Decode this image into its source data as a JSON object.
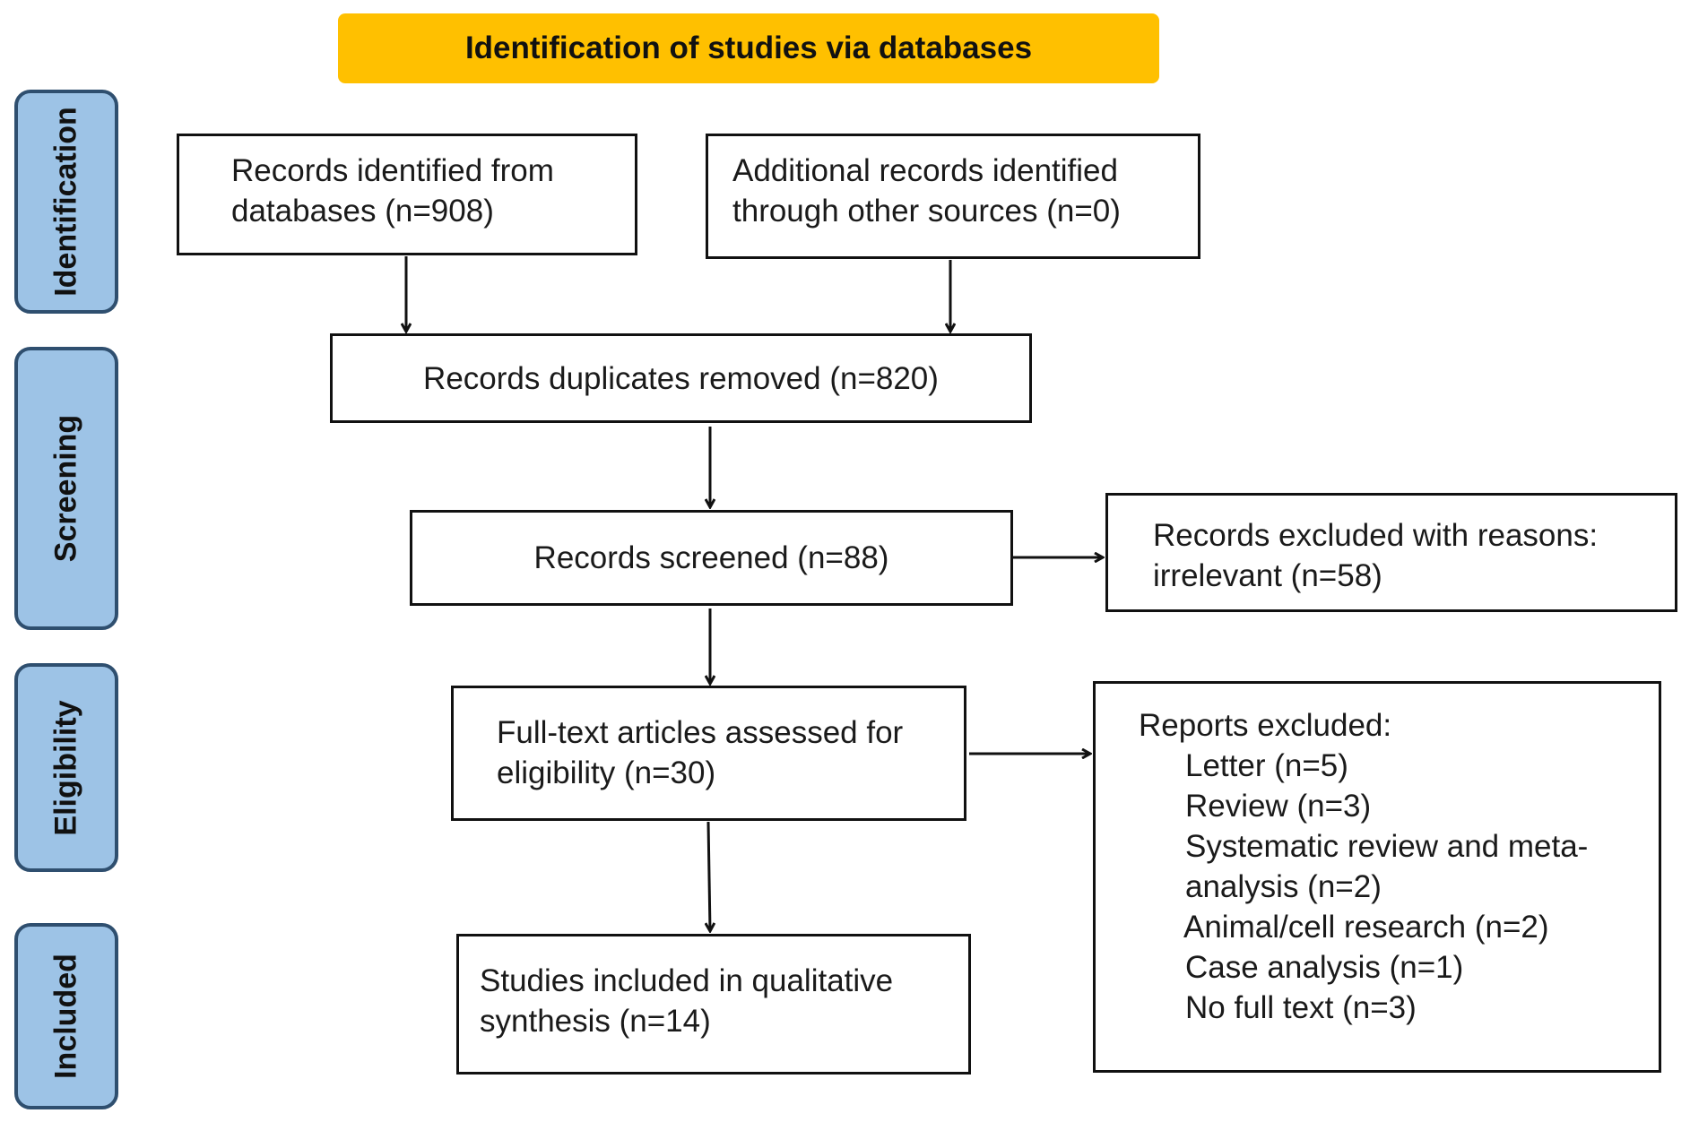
{
  "header": {
    "title": "Identification of studies via databases"
  },
  "phases": {
    "identification": "Identification",
    "screening": "Screening",
    "eligibility": "Eligibility",
    "included": "Included"
  },
  "boxes": {
    "databases": {
      "line1": "Records identified from",
      "line2": "databases (n=908)"
    },
    "other_sources": {
      "line1": "Additional records identified",
      "line2": "through other sources (n=0)"
    },
    "duplicates": {
      "text": "Records duplicates removed (n=820)"
    },
    "screened": {
      "text": "Records screened (n=88)"
    },
    "excluded_screen": {
      "line1": "Records excluded with reasons:",
      "line2": "irrelevant (n=58)"
    },
    "fulltext": {
      "line1": "Full-text articles assessed for",
      "line2": "eligibility (n=30)"
    },
    "reports_excluded": {
      "heading": "Reports excluded:",
      "items": [
        "Letter (n=5)",
        "Review (n=3)",
        "Systematic review and meta-",
        "analysis (n=2)",
        "Animal/cell research (n=2)",
        "Case analysis (n=1)",
        "No full text (n=3)"
      ]
    },
    "included": {
      "line1": "Studies included in qualitative",
      "line2": "synthesis (n=14)"
    }
  },
  "colors": {
    "header_bg": "#ffc000",
    "phase_bg": "#9dc3e6",
    "phase_border": "#2f4f6f",
    "box_border": "#111111"
  }
}
